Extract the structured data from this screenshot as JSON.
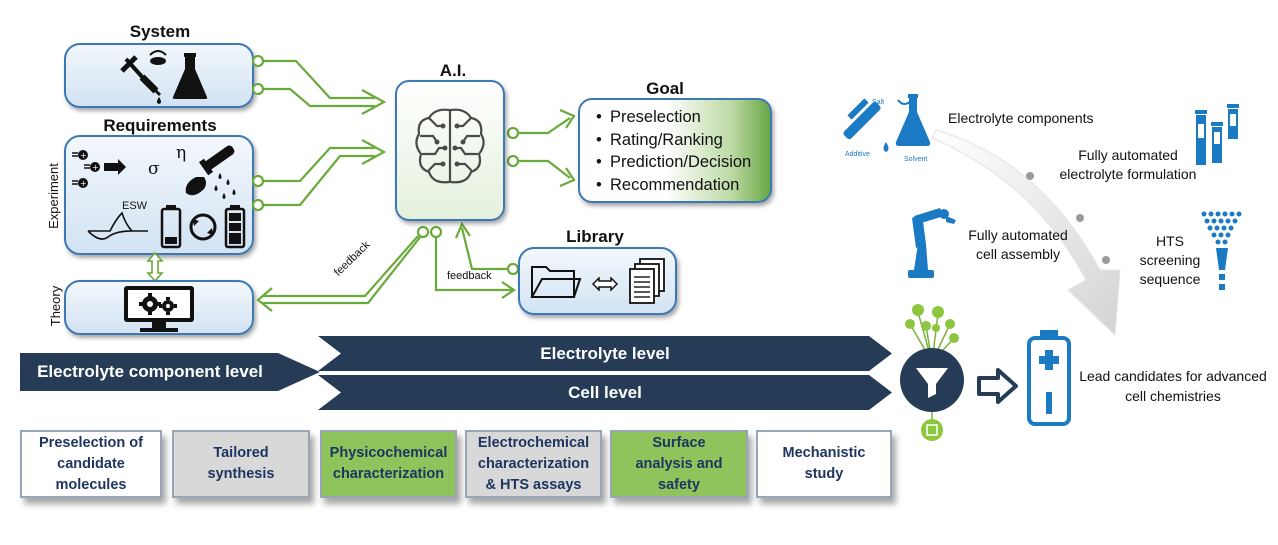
{
  "system": {
    "title": "System"
  },
  "requirements": {
    "title": "Requirements",
    "experiment_label": "Experiment",
    "sigma": "σ",
    "eta": "η",
    "esw": "ESW"
  },
  "theory": {
    "label": "Theory"
  },
  "ai": {
    "title": "A.I."
  },
  "goal": {
    "title": "Goal",
    "items": [
      "Preselection",
      "Rating/Ranking",
      "Prediction/Decision",
      "Recommendation"
    ]
  },
  "library": {
    "title": "Library"
  },
  "feedback": {
    "upper": "feedback",
    "lower": "feedback"
  },
  "levels": {
    "component": "Electrolyte component level",
    "electrolyte": "Electrolyte level",
    "cell": "Cell level"
  },
  "steps": [
    "Preselection of candidate molecules",
    "Tailored synthesis",
    "Physicochemical characterization",
    "Electrochemical characterization & HTS assays",
    "Surface analysis and safety",
    "Mechanistic study"
  ],
  "workflow": {
    "salt": "Salt",
    "additive": "Additive",
    "solvent": "Solvent",
    "components": "Electrolyte components",
    "formulation": "Fully automated electrolyte formulation",
    "assembly": "Fully automated cell assembly",
    "hts": "HTS screening sequence",
    "lead": "Lead candidates for advanced cell chemistries"
  },
  "colors": {
    "accent_green": "#6aaa3a",
    "panel_border": "#3d78b4",
    "band": "#263c56",
    "icon_blue": "#1a7ac4",
    "navy_text": "#1e3560"
  },
  "icons": [
    "pipette-icon",
    "flask-icon",
    "ion-migration-icon",
    "pouring-test-tube-icon",
    "cv-curve-icon",
    "battery-cycling-icon",
    "monitor-gears-icon",
    "brain-circuit-icon",
    "folder-icon",
    "documents-icon",
    "funnel-icon",
    "battery-icon",
    "robot-arm-icon",
    "vials-icon",
    "screening-funnel-icon"
  ]
}
